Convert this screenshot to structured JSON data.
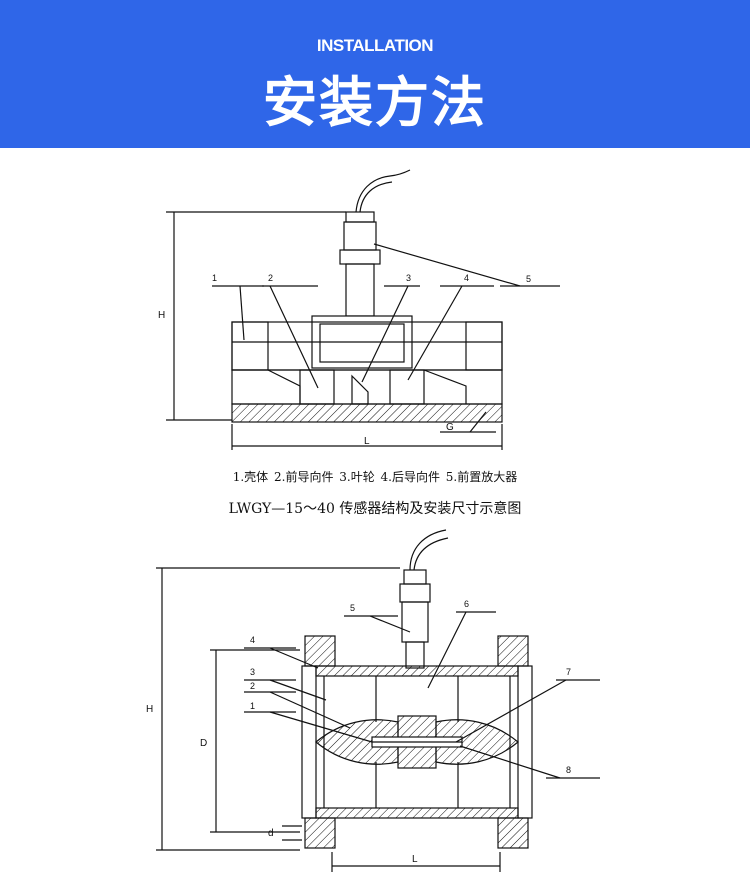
{
  "header": {
    "subtitle": "INSTALLATION",
    "title": "安装方法"
  },
  "diagram1": {
    "legend": "1.壳体  2.前导向件  3.叶轮  4.后导向件  5.前置放大器",
    "caption": "LWGY—15～40 传感器结构及安装尺寸示意图",
    "part_labels": [
      "1",
      "2",
      "3",
      "4",
      "5"
    ],
    "dims": {
      "height": "H",
      "length": "L",
      "thread": "G"
    }
  },
  "diagram2": {
    "part_labels": [
      "1",
      "2",
      "3",
      "4",
      "5",
      "6",
      "7",
      "8"
    ],
    "dims": {
      "height": "H",
      "length": "L",
      "diameter": "D",
      "bolt": "d"
    }
  },
  "colors": {
    "banner": "#2f66e8",
    "line": "#111111"
  }
}
